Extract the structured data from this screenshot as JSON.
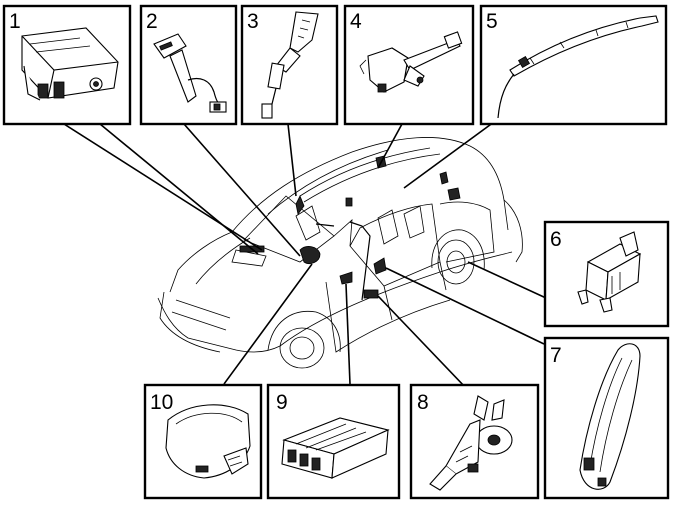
{
  "callouts": [
    {
      "id": 1,
      "label": "1"
    },
    {
      "id": 2,
      "label": "2"
    },
    {
      "id": 3,
      "label": "3"
    },
    {
      "id": 4,
      "label": "4"
    },
    {
      "id": 5,
      "label": "5"
    },
    {
      "id": 6,
      "label": "6"
    },
    {
      "id": 7,
      "label": "7"
    },
    {
      "id": 8,
      "label": "8"
    },
    {
      "id": 9,
      "label": "9"
    },
    {
      "id": 10,
      "label": "10"
    }
  ],
  "colors": {
    "line": "#000000",
    "background": "#ffffff"
  }
}
